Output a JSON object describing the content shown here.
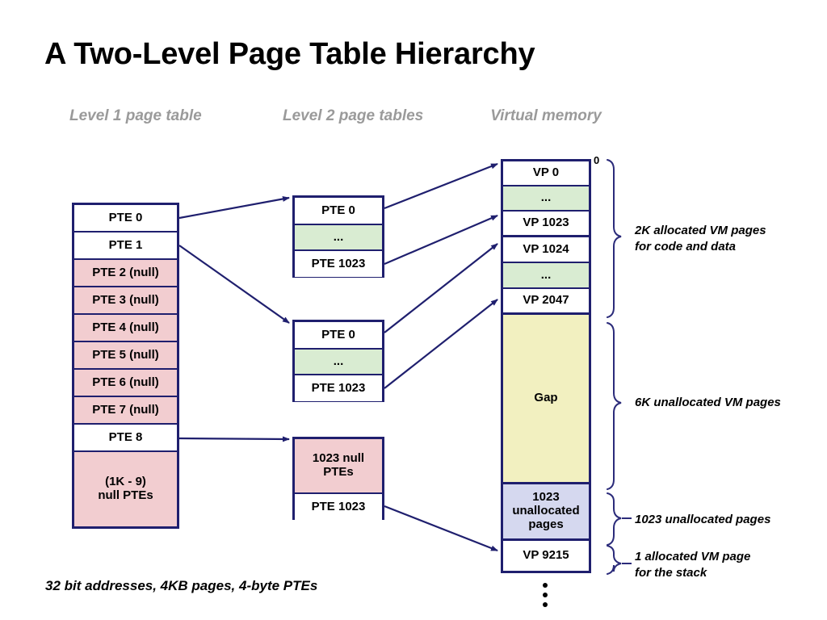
{
  "title": "A Two-Level Page Table Hierarchy",
  "footnote": "32 bit addresses, 4KB pages, 4-byte PTEs",
  "headings": {
    "level1": "Level 1\npage table",
    "level2": "Level 2\npage tables",
    "vm": "Virtual\nmemory"
  },
  "level1_table": {
    "rows": [
      {
        "label": "PTE 0",
        "fill": "white"
      },
      {
        "label": "PTE 1",
        "fill": "white"
      },
      {
        "label": "PTE 2 (null)",
        "fill": "pink"
      },
      {
        "label": "PTE 3 (null)",
        "fill": "pink"
      },
      {
        "label": "PTE 4 (null)",
        "fill": "pink"
      },
      {
        "label": "PTE 5 (null)",
        "fill": "pink"
      },
      {
        "label": "PTE 6 (null)",
        "fill": "pink"
      },
      {
        "label": "PTE 7 (null)",
        "fill": "pink"
      },
      {
        "label": "PTE 8",
        "fill": "white"
      },
      {
        "label": "(1K - 9)\nnull PTEs",
        "fill": "pink"
      }
    ]
  },
  "level2_tables": [
    {
      "name": "level2-table-0",
      "rows": [
        {
          "label": "PTE 0",
          "fill": "white"
        },
        {
          "label": "...",
          "fill": "green"
        },
        {
          "label": "PTE 1023",
          "fill": "white"
        }
      ]
    },
    {
      "name": "level2-table-1",
      "rows": [
        {
          "label": "PTE 0",
          "fill": "white"
        },
        {
          "label": "...",
          "fill": "green"
        },
        {
          "label": "PTE 1023",
          "fill": "white"
        }
      ]
    },
    {
      "name": "level2-table-2",
      "rows": [
        {
          "label": "1023 null\nPTEs",
          "fill": "pink"
        },
        {
          "label": "PTE 1023",
          "fill": "white"
        }
      ]
    }
  ],
  "virtual_memory": {
    "start_address_label": "0",
    "rows": [
      {
        "label": "VP 0",
        "fill": "white"
      },
      {
        "label": "...",
        "fill": "green"
      },
      {
        "label": "VP 1023",
        "fill": "white"
      },
      {
        "label": "VP 1024",
        "fill": "white"
      },
      {
        "label": "...",
        "fill": "green"
      },
      {
        "label": "VP 2047",
        "fill": "white"
      },
      {
        "label": "Gap",
        "fill": "yellow"
      },
      {
        "label": "1023\nunallocated\npages",
        "fill": "blue"
      },
      {
        "label": "VP 9215",
        "fill": "white"
      }
    ]
  },
  "annotations": [
    {
      "name": "annotation-allocated-code-data",
      "text": "2K allocated VM pages\nfor code and data"
    },
    {
      "name": "annotation-unallocated-6k",
      "text": "6K unallocated VM pages"
    },
    {
      "name": "annotation-unallocated-1023",
      "text": "1023 unallocated  pages"
    },
    {
      "name": "annotation-allocated-stack",
      "text": "1 allocated VM page\nfor the stack"
    }
  ],
  "colors": {
    "border": "#1f1f6e",
    "pink": "#f2cdd0",
    "green": "#d9ecd2",
    "yellow": "#f2f0c0",
    "blue": "#d5d8ef",
    "heading_gray": "#9a9a9a"
  }
}
